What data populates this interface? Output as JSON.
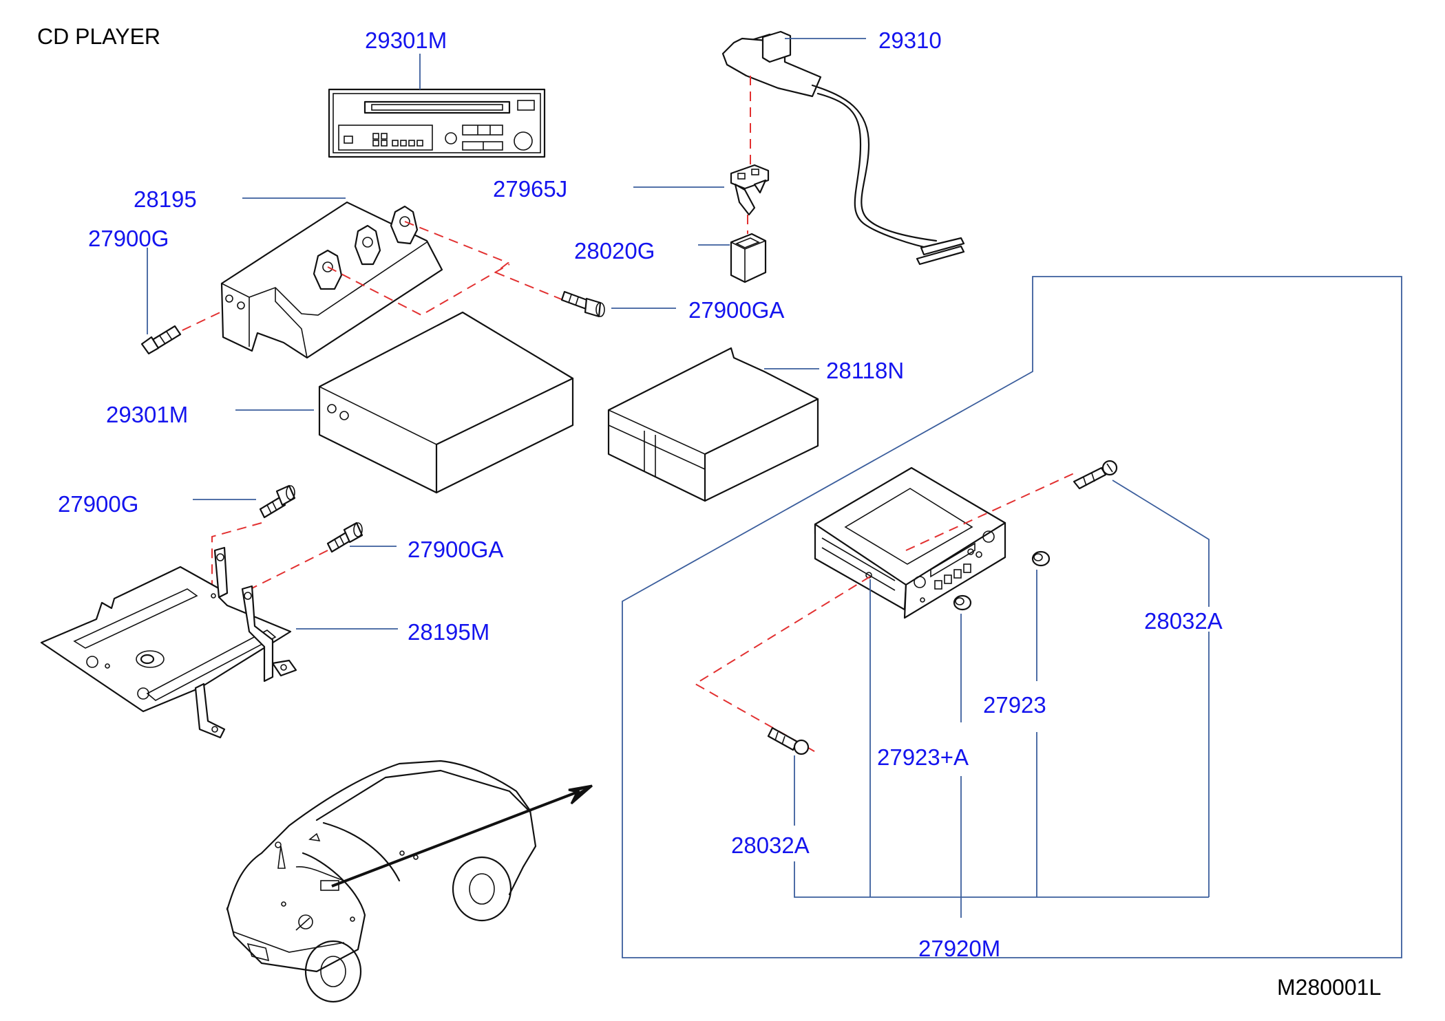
{
  "title": "CD  PLAYER",
  "reference": "M280001L",
  "colors": {
    "label_text": "#1414ee",
    "leader_line": "#3a5d9c",
    "dashed_guide": "#e23030",
    "ink": "#111111"
  },
  "labels": {
    "cd_player_unit": "29301M",
    "harness_connector": "29310",
    "mounting_bracket": "28195",
    "connector_clip": "27965J",
    "connector_holder": "28020G",
    "bracket_bolt_left": "27900G",
    "bracket_bolt_right": "27900GA",
    "cd_player_body": "29301M",
    "cd_changer_cover": "28118N",
    "lower_bolt_left": "27900G",
    "lower_bolt_right": "27900GA",
    "lower_bracket": "28195M",
    "screw_upper": "28032A",
    "knob": "27923",
    "knob_set": "27923+A",
    "screw_lower": "28032A",
    "radio_assembly": "27920M"
  }
}
